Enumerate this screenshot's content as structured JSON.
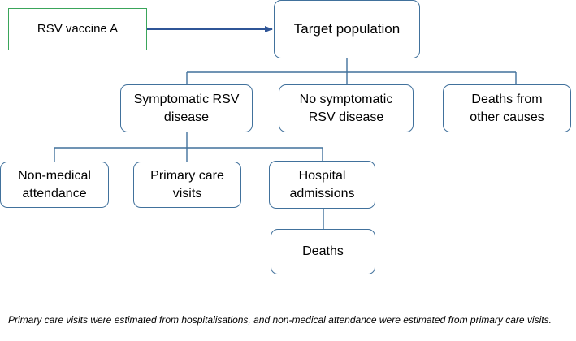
{
  "diagram": {
    "nodes": {
      "vaccine": "RSV vaccine A",
      "target": "Target population",
      "symptomatic": "Symptomatic RSV disease",
      "no_symptomatic": "No symptomatic RSV disease",
      "other_deaths": "Deaths from other causes",
      "non_medical": "Non-medical attendance",
      "primary_care": "Primary care visits",
      "hospital": "Hospital admissions",
      "deaths": "Deaths"
    },
    "edges": [
      {
        "from": "vaccine",
        "to": "target",
        "style": "arrow"
      },
      {
        "from": "target",
        "to": "symptomatic"
      },
      {
        "from": "target",
        "to": "no_symptomatic"
      },
      {
        "from": "target",
        "to": "other_deaths"
      },
      {
        "from": "symptomatic",
        "to": "non_medical"
      },
      {
        "from": "symptomatic",
        "to": "primary_care"
      },
      {
        "from": "symptomatic",
        "to": "hospital"
      },
      {
        "from": "hospital",
        "to": "deaths"
      }
    ],
    "colors": {
      "box_border": "#41719c",
      "vaccine_border": "#3aa55a",
      "connector": "#41719c"
    }
  },
  "footnote": "Primary care visits were estimated from hospitalisations, and non-medical attendance were estimated from primary care visits."
}
